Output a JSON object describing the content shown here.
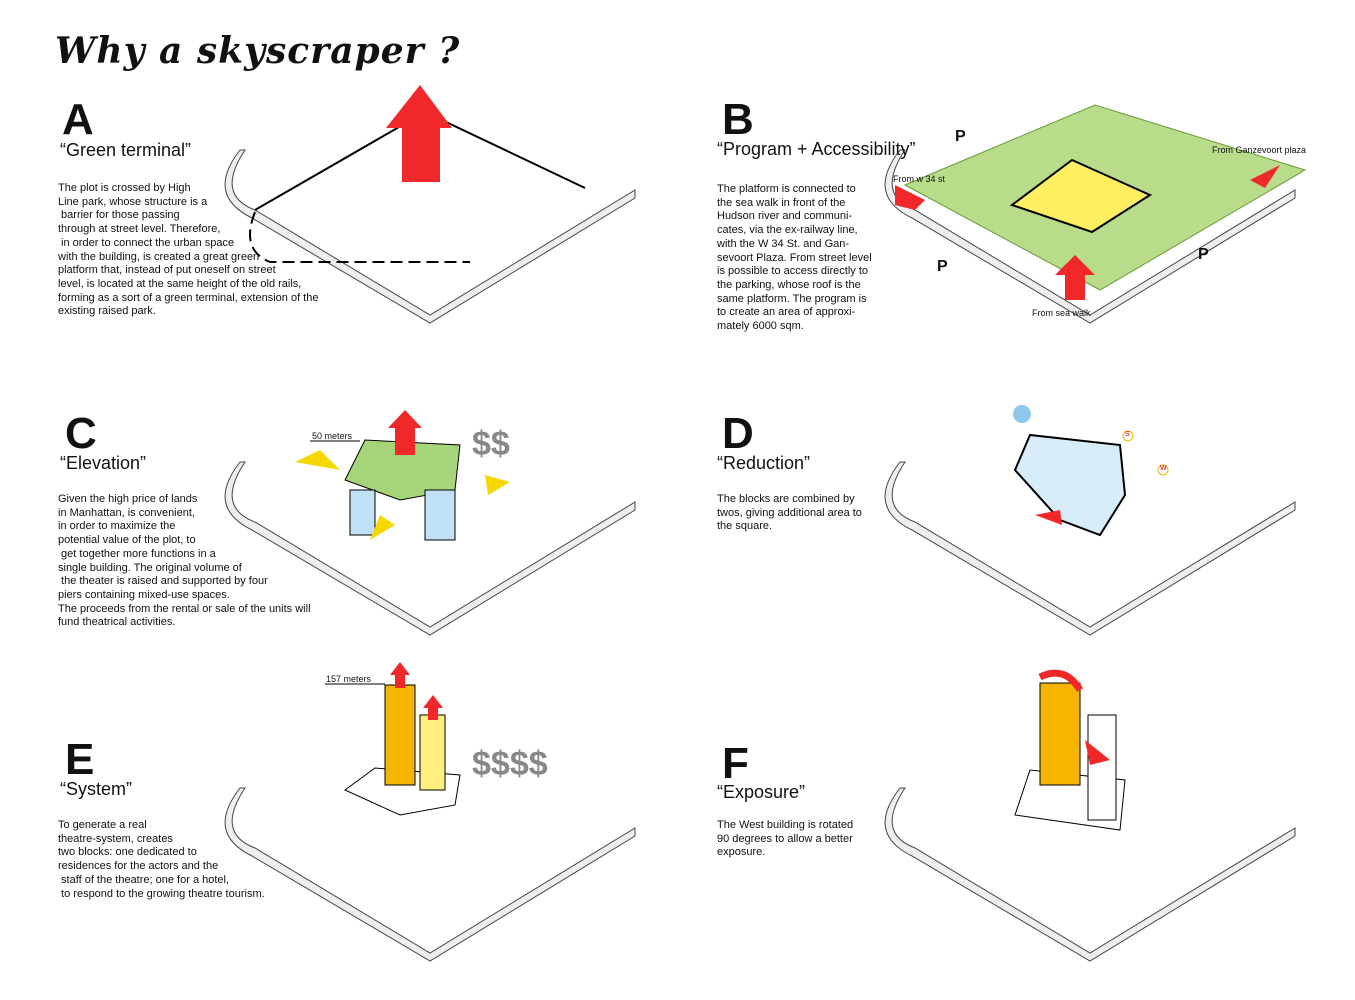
{
  "title": "Why a skyscraper ?",
  "panels": {
    "A": {
      "letter": "A",
      "subtitle": "“Green terminal”",
      "text": "The plot is crossed by High\nLine park, whose structure is a\n barrier for those passing\nthrough at street level. Therefore,\n in order to connect the urban space\nwith the building, is created a great green\nplatform that, instead of put oneself on street\nlevel, is located at the same height of the old rails,\nforming as a sort of a green terminal, extension of the\nexisting raised park."
    },
    "B": {
      "letter": "B",
      "subtitle": "“Program + Accessibility”",
      "text": "The platform is connected to\nthe sea walk in front of the\nHudson river and communi-\ncates, via the ex-railway line,\nwith the W 34 St. and Gan-\nsevoort Plaza. From street level\nis possible to access directly to\nthe parking, whose roof is the\nsame platform. The program is\nto create an area of approxi-\nmately 6000 sqm.",
      "labels": {
        "w34": "From w 34 st",
        "ganzevoort": "From Ganzevoort plaza",
        "seawalk": "From sea walk",
        "parking": "P"
      }
    },
    "C": {
      "letter": "C",
      "subtitle": "“Elevation”",
      "text": "Given the high price of lands\nin Manhattan, is convenient,\nin order to maximize the\npotential value of the plot, to\n get together more functions in a\nsingle building. The original volume of\n the theater is raised and supported by four\npiers containing mixed-use spaces.\nThe proceeds from the rental or sale of the units will\nfund theatrical activities.",
      "dimension": "50 meters",
      "money": "$$"
    },
    "D": {
      "letter": "D",
      "subtitle": "“Reduction”",
      "text": "The blocks are combined by\ntwos, giving additional area to\nthe square.",
      "sun_s": "S",
      "sun_w": "W"
    },
    "E": {
      "letter": "E",
      "subtitle": "“System”",
      "text": "To generate a real\ntheatre-system, creates\ntwo blocks: one dedicated to\nresidences for the actors and the\n staff of the theatre; one for a hotel,\n to respond to the growing theatre tourism.",
      "dimension": "157 meters",
      "money": "$$$$"
    },
    "F": {
      "letter": "F",
      "subtitle": "“Exposure”",
      "text": "The West building is rotated\n90 degrees to allow a better\nexposure."
    }
  },
  "colors": {
    "red": "#f0282a",
    "green": "#8fc84a",
    "yellow": "#f5b400",
    "blue": "#bfe0f5"
  }
}
